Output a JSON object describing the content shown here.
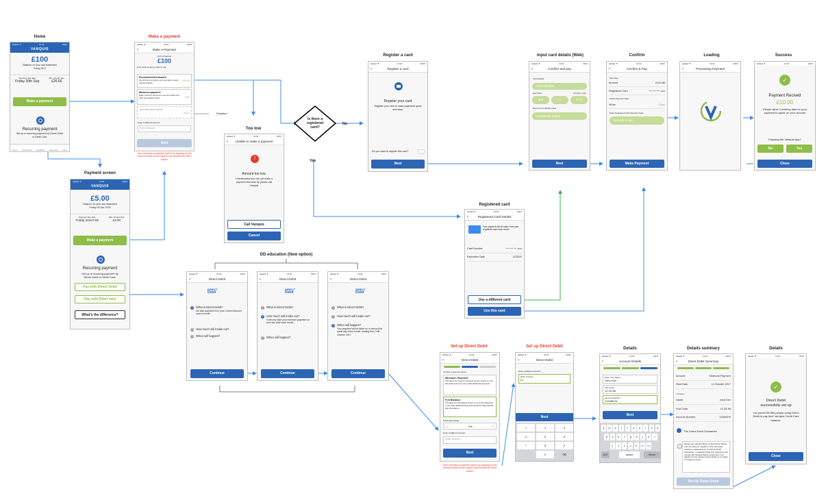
{
  "labels": {
    "home": "Home",
    "make_payment": "Make a payment",
    "payment_screen": "Payment screen",
    "too_low": "Too low",
    "register_card": "Register a card",
    "input_card": "Input card details (Web)",
    "confirm": "Confirm",
    "loading": "Loading",
    "success": "Success",
    "registered_card": "Registered card",
    "dd_education": "DD education (New option)",
    "setup_dd_1": "Set up Direct Debit",
    "setup_dd_2": "Set up Direct Debit",
    "details_1": "Details",
    "details_summary": "Details summary",
    "details_2": "Details"
  },
  "decision": {
    "text": "Is there a registered card?",
    "no": "No",
    "yes": "Yes"
  },
  "disabled_label": "Disabled",
  "notes": {
    "make_payment": "User chooses a payment option by tapping on the amount which turns it green and actives the Next button",
    "setup_dd": "User chooses a payment option by tapping on the amount which turns it green and actives the Next button"
  },
  "status": {
    "time": "13:04",
    "carrier": "●●●●● ▼",
    "battery": "100%"
  },
  "home": {
    "brand": "VANQUIS",
    "amount": "£100",
    "balance_line1": "Balance on your last statement",
    "balance_line2": "9 Aug 2017",
    "due_label": "Payment due date",
    "due_value": "Friday 30th Sep",
    "min_label": "Min. amount due",
    "min_value": "£26.66",
    "pay_btn": "Make a payment",
    "recurring_title": "Recurring payment",
    "recurring_text": "Set up a recurring payment by Direct Debit or Debit Card.",
    "tabs": [
      "Home",
      "Transactions",
      "Payments",
      "Statements",
      "More"
    ]
  },
  "makepay": {
    "nav_title": "Make a Payment",
    "balance_label": "Current balance",
    "amount": "£100",
    "question": "How much would you like to pay",
    "opt1_title": "Recommended amount",
    "opt1_text": "Pay this amount before your due date to avoid interest charges",
    "opt1_amount": "£5.00",
    "opt2_title": "Minimum payment",
    "opt2_text": "Make minimum payment to remove arrears and clear your balance faster",
    "opt2_amount": "£22",
    "opt3_title": "Last statement balance",
    "opt3_amount": "£110",
    "other_label": "Enter a different amount",
    "other_placeholder": "Enter Amount",
    "next": "Next"
  },
  "paymentscreen": {
    "brand": "VANQUIS",
    "amount": "£5.00",
    "balance_line1": "Balance on your last statement",
    "balance_line2": "Friday 05 Jan 2018",
    "due_label": "Payment due date",
    "due_value": "Friday 22nd Feb",
    "min_label": "Min. amount due",
    "min_value": "£3.00",
    "pay_btn": "Make a payment",
    "recurring_title": "Recurring payment",
    "recurring_text": "Set up a recurring payment by Direct Debit or Debit Card.",
    "dd_btn": "Pay with Direct Debit",
    "card_btn": "Pay with Debit card",
    "diff_btn": "What's the difference?"
  },
  "toolow": {
    "nav_title": "Unable to make a payment",
    "title": "Amount too low.",
    "text": "Unfortunately you can not make a payment less than 5p please call Vanquis",
    "call_btn": "Call Vanquis",
    "cancel_btn": "Cancel"
  },
  "register": {
    "nav_title": "Register a card",
    "title": "Register your card",
    "text": "Register your card to make payments quick and easy.",
    "question": "Do you want to register this card?",
    "next": "Next"
  },
  "inputcard": {
    "nav_title": "Confirm and pay",
    "card_label": "Card details",
    "card_placeholder": "Card Number",
    "expiry_label": "Expiration",
    "sec_label": "Security Code",
    "mm": "MM",
    "yy": "YY",
    "cvv": "CVV",
    "holder_label": "Name and expiration date",
    "holder_placeholder": "Cardholder Name",
    "next": "Next"
  },
  "confirm": {
    "nav_title": "Confirm & Pay",
    "summary": "Summary",
    "amount_label": "Amount",
    "amount_value": "£124.86",
    "card_label": "Registered Card",
    "card_value": "**** **** **** 1234",
    "date_label": "Select Payment Date",
    "when_label": "When",
    "when_value": "Today",
    "sec_label": "Enter Registered Card Security Code",
    "sec_placeholder": "Security Code",
    "btn": "Make Payment"
  },
  "loading": {
    "nav_title": "Processing Payment"
  },
  "success": {
    "title": "Payment Recived",
    "amount": "£10.00",
    "text": "Please allow 3 working dats for your payment to apear on your account",
    "question": "Enjoying the Vanquis App?",
    "no": "No",
    "yes": "Yes",
    "close": "Close"
  },
  "regcard": {
    "nav_title": "Registered Card Details",
    "info": "Your payment will be taken from your registered card each month",
    "num_label": "Card Number",
    "num_value": "**** **** **** 1213",
    "exp_label": "Expiration Date",
    "exp_value": "12/2020",
    "diff_btn": "Use a different card",
    "use_btn": "Use this card"
  },
  "dd": {
    "nav_title": "Direct Debit",
    "logo_top": "DIRECT",
    "logo_bottom": "Debit",
    "q1": "What is Direct Debit?",
    "a1": "We take payment from your Current Account once a month",
    "q2": "How much will it take out?",
    "a2": "It will only take your minimum payment on your due date each month.",
    "q3": "When will happen?",
    "a3": "Your payment will be taken on or around the same day every month, starting from 14th October 2017",
    "btn": "Continue"
  },
  "setupdd": {
    "nav_title": "Direct Debit",
    "choose": "Choose a payment option",
    "min_title": "Minimum Payment",
    "min_text": "This takes the minimum payment amount shown on your last statement even if you make additional payments.",
    "full_title": "Full Balance",
    "full_text": "This takes the full balance shown on your last statement. If you make additional payments this Direct Debit will still take the balance.",
    "fixed_label": "Fixed percentage",
    "pct": "0%",
    "minus": "—",
    "plus": "+",
    "other_label": "Enter a different amount",
    "other_placeholder": "Enter Amount",
    "next": "Next"
  },
  "setupdd2": {
    "nav_title": "Direct Debit",
    "label": "Enter a different amount",
    "field_label": "Enter Amount",
    "field_value": "£1",
    "next": "Next",
    "keys": [
      "1",
      "2",
      "3",
      "4",
      "5",
      "6",
      "7",
      "8",
      "9",
      ".",
      "0",
      "⌫"
    ],
    "subs": [
      "",
      "ABC",
      "DEF",
      "GHI",
      "JKL",
      "MNO",
      "PQRS",
      "TUV",
      "WXYZ",
      "",
      "",
      ""
    ]
  },
  "accdetails": {
    "nav_title": "Account Details",
    "name_label": "Enter Your Name",
    "name_value": "John Doe",
    "sort_label": "Sort Code",
    "sort_value": "12-34-56",
    "acc_label": "Account Number",
    "acc_value": "12345678",
    "next": "Next",
    "row1": [
      "q",
      "w",
      "e",
      "r",
      "t",
      "y",
      "u",
      "i",
      "o",
      "p"
    ],
    "row2": [
      "a",
      "s",
      "d",
      "f",
      "g",
      "h",
      "j",
      "k",
      "l"
    ],
    "row3": [
      "z",
      "x",
      "c",
      "v",
      "b",
      "n",
      "m"
    ],
    "k123": "123",
    "space": "space",
    "return": "return"
  },
  "summary": {
    "nav_title": "Direct Debit Summary",
    "amount_label": "Amount",
    "amount_value": "Minimum Payment",
    "start_label": "Start Date",
    "start_value": "14 October 2017",
    "account_section": "Account",
    "name_label": "Name",
    "name_value": "Jonh Doe",
    "sort_label": "Sort Code",
    "sort_value": "12-34-56",
    "acc_label": "Account Number",
    "acc_value": "12345678",
    "guarantee": "The Direct Debit Guarantee",
    "consent": "Please pay Vanquis Bank Limited Direct Debits from the account detailed in this instruction subject to safeguards by the Direct Debit Guarantee. I understand that this instruction will remain with Vanquis Bank Limited and, if so, details may be passed electronically to my bank or building society.",
    "btn": "Set Up Direct Debit"
  },
  "ddsuccess": {
    "title_1": "Direct Debit",
    "title_2": "successfully set up",
    "text": "You joined 58,563 people using Direct Debit to pay their Vanquis Credit Card balance.",
    "close": "Close"
  },
  "colors": {
    "brand_blue": "#2b65b4",
    "green": "#8ebd48",
    "link_blue": "#3b8beb",
    "link_green": "#3bb34a",
    "red": "#e8392b"
  }
}
